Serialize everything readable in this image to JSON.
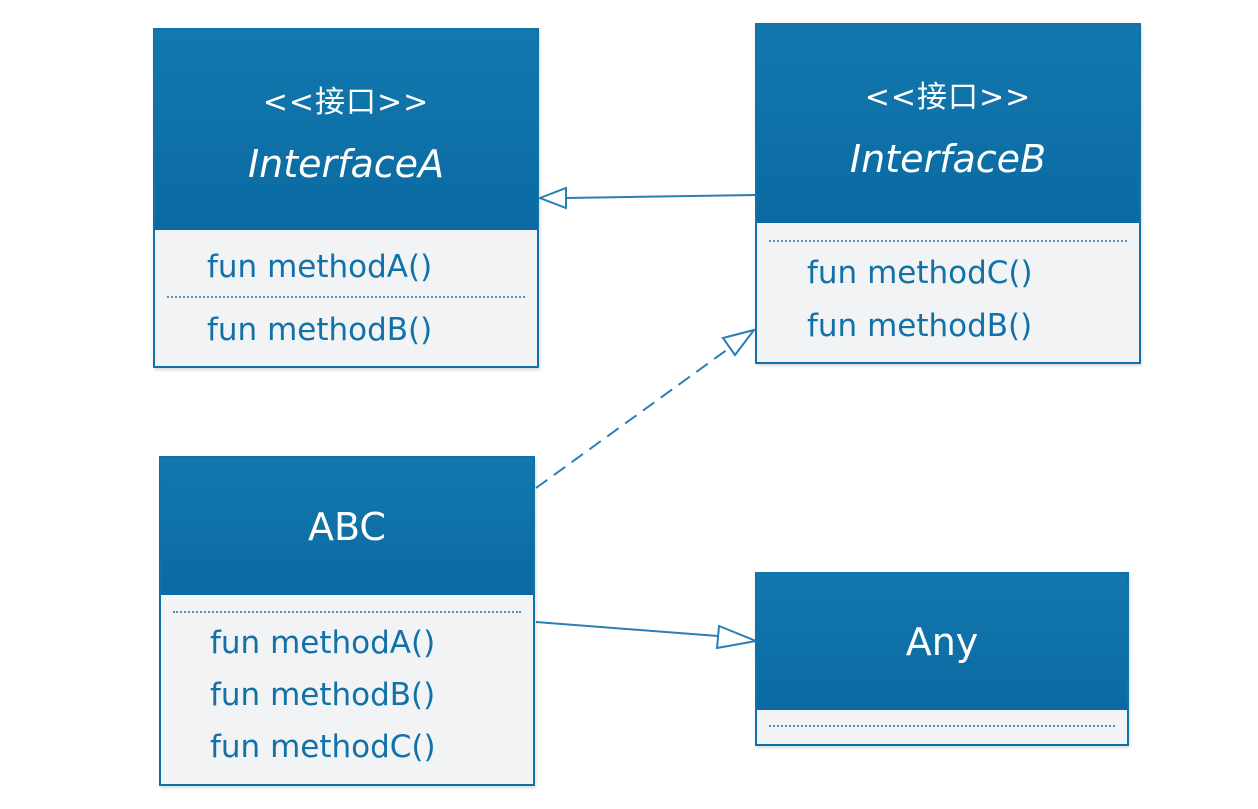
{
  "diagram": {
    "interface_a": {
      "stereotype": "<<接口>>",
      "name": "InterfaceA",
      "methods": [
        "fun methodA()",
        "fun methodB()"
      ]
    },
    "interface_b": {
      "stereotype": "<<接口>>",
      "name": "InterfaceB",
      "methods": [
        "fun methodC()",
        "fun methodB()"
      ]
    },
    "class_abc": {
      "name": "ABC",
      "methods": [
        "fun methodA()",
        "fun methodB()",
        "fun methodC()"
      ]
    },
    "class_any": {
      "name": "Any"
    },
    "colors": {
      "header": "#0b6aa2",
      "border": "#1272a8",
      "body": "#f1f3f5",
      "method_text": "#1272a8",
      "connector": "#2a7fb5"
    }
  }
}
